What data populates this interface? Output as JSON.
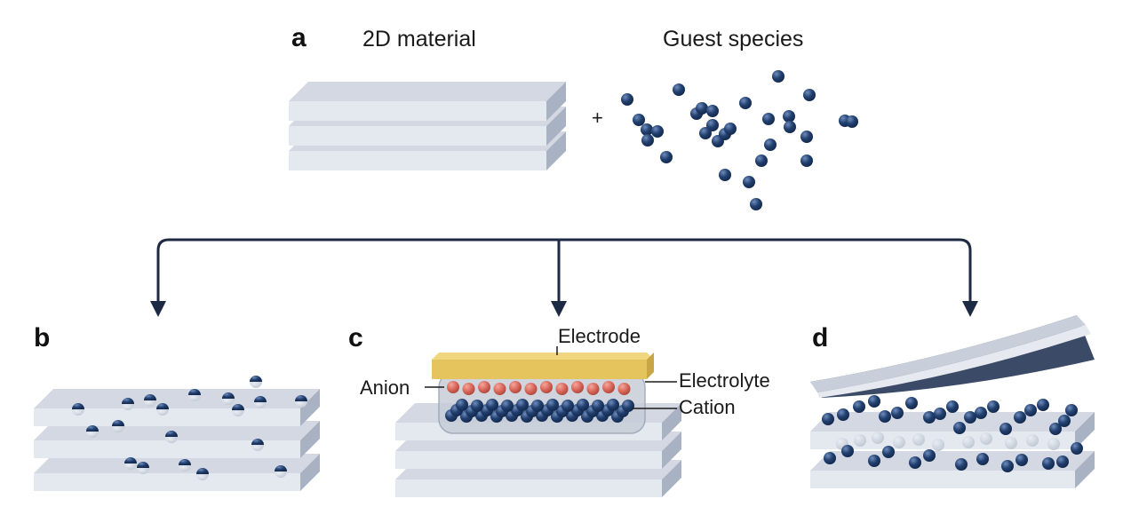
{
  "panels": {
    "a": {
      "letter": "a",
      "material_title": "2D material",
      "guest_title": "Guest species",
      "plus": "+"
    },
    "b": {
      "letter": "b"
    },
    "c": {
      "letter": "c",
      "electrode_label": "Electrode",
      "anion_label": "Anion",
      "electrolyte_label": "Electrolyte",
      "cation_label": "Cation"
    },
    "d": {
      "letter": "d"
    }
  },
  "colors": {
    "sheet_top": "#d3d8e3",
    "sheet_front": "#e4e8ef",
    "sheet_side": "#a9b2c3",
    "guest": "#1f3a66",
    "guest_highlight": "#5a78a8",
    "anion": "#d9675a",
    "electrode": "#e5c45e",
    "electrolyte": "#bdc4d1",
    "arrow": "#1c2a44",
    "peel_dark": "#3b4a66"
  }
}
